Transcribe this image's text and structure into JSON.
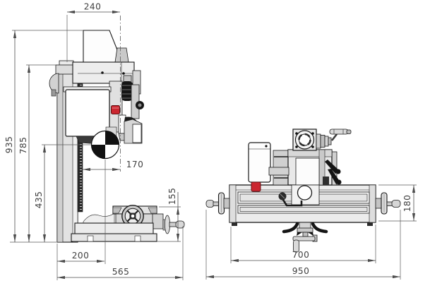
{
  "colors": {
    "background": "#ffffff",
    "outline": "#1a1a1a",
    "dimension_line": "#4c4c4c",
    "dimension_text": "#3f3f3f",
    "fill_light": "#ececec",
    "fill_mid": "#d6d6d6",
    "fill_dark": "#bdbdbd",
    "accent_red": "#c8252c",
    "detail_black": "#161616"
  },
  "views": {
    "side": {
      "dimensions": {
        "head_width": "240",
        "total_height": "935",
        "column_height": "785",
        "spindle_center_height": "435",
        "throat_depth": "170",
        "table_top_height": "155",
        "base_to_spindle_axis": "200",
        "overall_depth": "565"
      }
    },
    "front": {
      "dimensions": {
        "table_assembly_height": "180",
        "table_length": "700",
        "overall_width": "950"
      }
    }
  }
}
